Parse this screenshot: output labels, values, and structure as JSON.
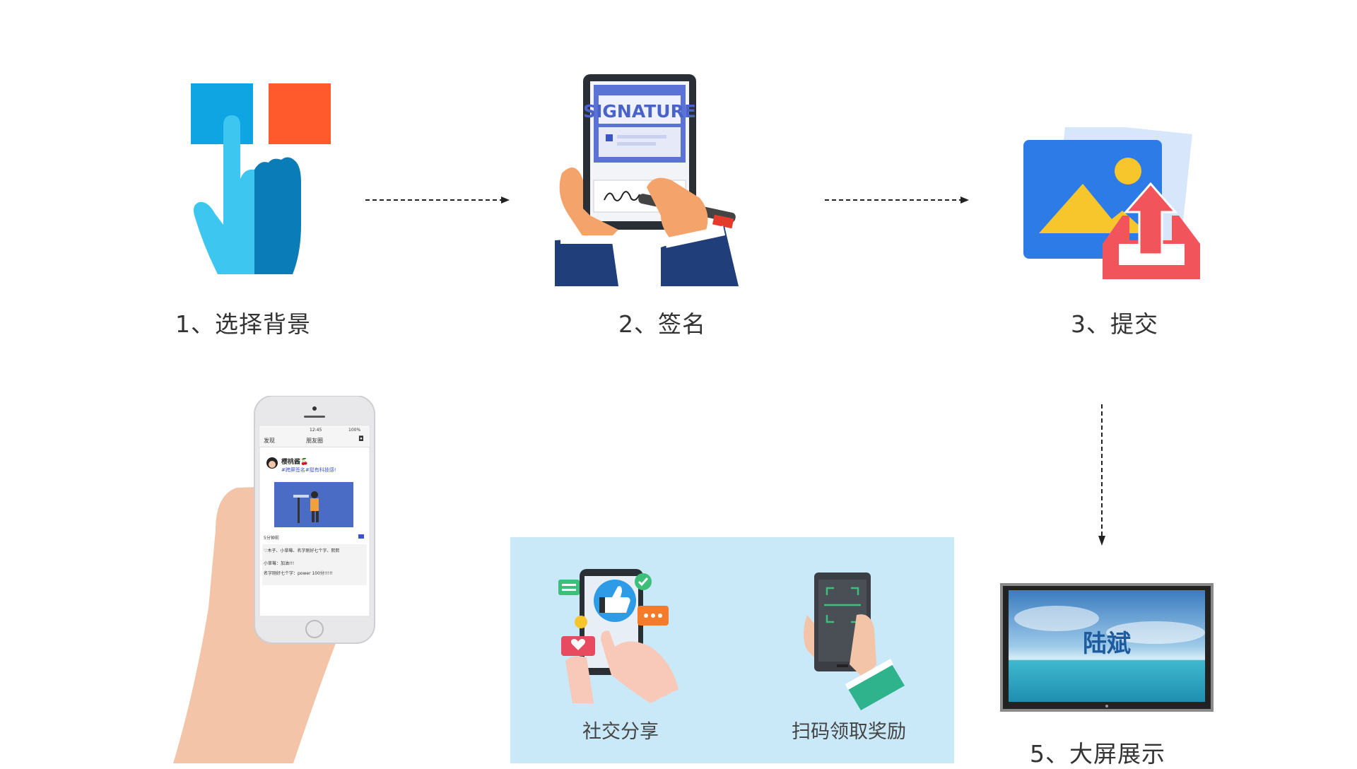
{
  "steps": [
    {
      "label": "1、选择背景"
    },
    {
      "label": "2、签名"
    },
    {
      "label": "3、提交"
    },
    {
      "label": "5、大屏展示"
    }
  ],
  "panel": {
    "share_label": "社交分享",
    "scan_label": "扫码领取奖励"
  },
  "tablet": {
    "signature_word": "SIGNATURE"
  },
  "screen": {
    "signature_text": "陆斌"
  },
  "phone": {
    "status_time": "12:45",
    "status_battery": "100%",
    "back_label": "发现",
    "page_title": "朋友圈",
    "user_name": "樱桃酱🍒",
    "post_text": "#跨屏签名#挺有科技感!",
    "time_ago": "5分钟前",
    "likes": "♡木子、小草莓、名字刚好七个字、熙熙",
    "comment1": "小草莓：加油!!!",
    "comment2": "名字刚好七个字：power 100分!!!!!"
  },
  "colors": {
    "blue_tile": "#0EA5E2",
    "orange_tile": "#FF5A2B",
    "panel_bg": "#C9E8F8",
    "photo_blue": "#2D7BE6",
    "upload_red": "#F2545B",
    "mountain_yellow": "#F7C52C"
  }
}
